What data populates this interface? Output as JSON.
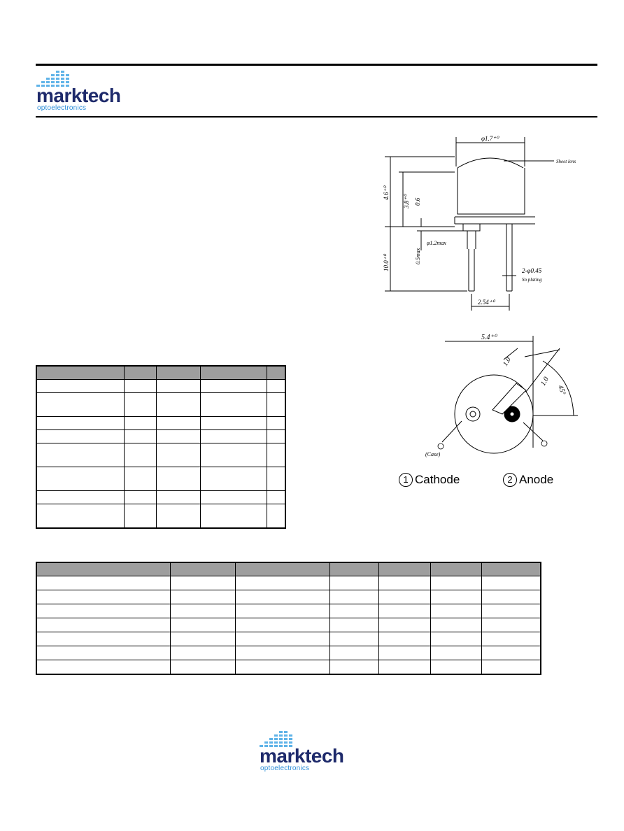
{
  "header": {
    "logo_word": "marktech",
    "logo_sub": "optoelectronics"
  },
  "drawing_side": {
    "labels": {
      "dia_top": "φ1.7⁺⁰",
      "lens": "Sheet lens",
      "h_total": "4.6⁺⁰",
      "h_body": "3.8⁺⁰",
      "h_rim": "0.6",
      "lead_len": "10.0⁺⁰",
      "stub": "0.5max",
      "stub_dia": "φ1.2max",
      "lead_dia": "2-φ0.45",
      "plating": "Sn plating",
      "pitch": "2.54⁺⁰"
    }
  },
  "drawing_bottom": {
    "labels": {
      "width": "5.4⁺⁰",
      "tab_w": "1.0",
      "tab_h": "1.0",
      "angle": "45°",
      "case": "(Case)"
    }
  },
  "pins": [
    {
      "num": "1",
      "name": "Cathode"
    },
    {
      "num": "2",
      "name": "Anode"
    }
  ],
  "footer": {
    "logo_word": "marktech",
    "logo_sub": "optoelectronics"
  }
}
